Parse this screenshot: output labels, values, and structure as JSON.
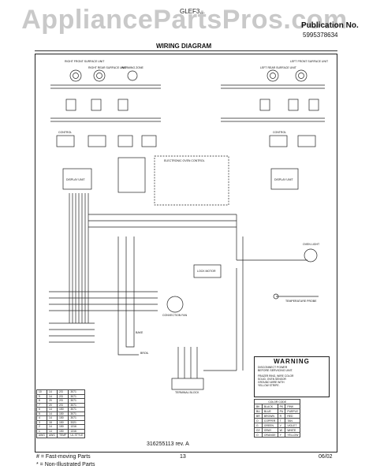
{
  "header": {
    "watermark": "AppliancePartsPros.com",
    "model": "GLEF3...",
    "publication_label": "Publication No.",
    "publication_number": "5995378634",
    "title": "WIRING DIAGRAM"
  },
  "components": {
    "rf_element": "RIGHT FRONT SURFACE UNIT",
    "rr_element": "RIGHT REAR SURFACE UNIT",
    "warm_zone": "WARMING ZONE",
    "lr_element": "LEFT REAR SURFACE UNIT",
    "lf_element": "LEFT FRONT SURFACE UNIT",
    "control_left": "CONTROL",
    "control_right": "CONTROL",
    "display_left": "DISPLAY UNIT",
    "display_right": "DISPLAY UNIT",
    "emc": "ELECTRONIC OVEN CONTROL",
    "lock_motor": "LOCK MOTOR",
    "convection_fan": "CONVECTION FAN",
    "oven_lamp": "OVEN LIGHT",
    "temp_probe": "TEMPERATURE PROBE",
    "bake": "BAKE",
    "broil": "BROIL",
    "terminal_block": "TERMINAL BLOCK"
  },
  "warning": {
    "title": "WARNING",
    "line1": "DISCONNECT POWER",
    "line2": "BEFORE SERVICING UNIT.",
    "line3": "FRAZER RING, WIRE COLOR",
    "line4": "SOLID, OVEN SENSOR",
    "line5": "GROUND WIRE WITH",
    "line6": "YELLOW STRIPE."
  },
  "wire_table": [
    [
      "10",
      "14",
      "2/3",
      "3071"
    ],
    [
      "9",
      "14",
      "2/3",
      "3071"
    ],
    [
      "8",
      "20",
      "2/3",
      "3071"
    ],
    [
      "7",
      "20",
      "2/3",
      "3071"
    ],
    [
      "6",
      "14",
      "150",
      "3071"
    ],
    [
      "5",
      "14",
      "150",
      "3071"
    ],
    [
      "4",
      "14",
      "150",
      "3071"
    ],
    [
      "3",
      "18",
      "150",
      "3321"
    ],
    [
      "2",
      "14",
      "150",
      "1316"
    ],
    [
      "1",
      "14",
      "150",
      "1316"
    ],
    [
      "AWG",
      "AWG",
      "TEMP",
      "UL STYLE"
    ]
  ],
  "color_table": {
    "title": "COLOR CODE",
    "rows": [
      [
        "BK",
        "BLACK",
        "PK",
        "PINK"
      ],
      [
        "BU",
        "BLUE",
        "PU",
        "PURPLE"
      ],
      [
        "BR",
        "BROWN",
        "R",
        "RED"
      ],
      [
        "O",
        "COPPER",
        "T",
        "TAN"
      ],
      [
        "G",
        "GREEN",
        "V",
        "VIOLET"
      ],
      [
        "GY",
        "GRAY",
        "W",
        "WHITE"
      ],
      [
        "O",
        "ORANGE",
        "Y",
        "YELLOW"
      ]
    ]
  },
  "reference": "316255113  rev. A",
  "footer": {
    "legend1": "# = Fast-moving Parts",
    "legend2": "* = Non-Illustrated Parts",
    "page": "13",
    "date": "06/02"
  }
}
